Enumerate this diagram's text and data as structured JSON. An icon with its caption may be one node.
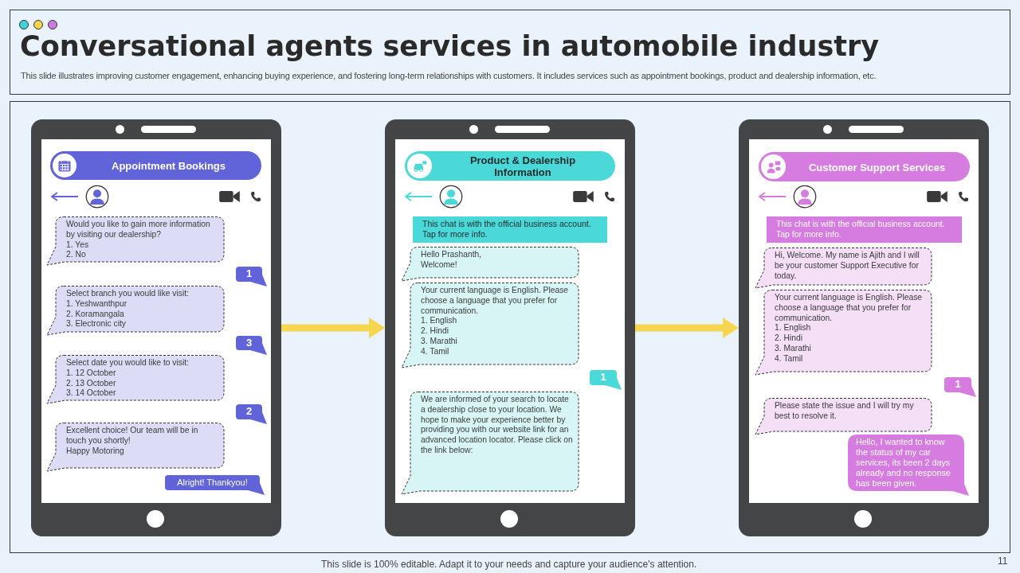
{
  "diagram": {
    "title": "Conversational agents services in automobile industry",
    "caption": "This slide illustrates improving customer engagement, enhancing buying experience, and fostering long-term relationships with customers. It includes services such as appointment bookings, product and dealership information, etc.",
    "nodes": [
      {
        "text": [],
        "shape": "phone"
      },
      {
        "text": [
          "Appointment Bookings"
        ],
        "in": 0
      },
      {
        "text": [
          "Would you like to gain more information by visiting our dealership?",
          "1. Yes",
          "2. No"
        ],
        "in": 0
      },
      {
        "text": [
          "1"
        ],
        "in": 0
      },
      {
        "text": [
          "Select branch you would like visit:",
          "1. Yeshwanthpur",
          "2. Koramangala",
          "3. Electronic city"
        ],
        "in": 0
      },
      {
        "text": [
          "3"
        ],
        "in": 0
      },
      {
        "text": [
          "Select date you would like to visit:",
          "1. 12 October",
          "2. 13 October",
          "3. 14 October"
        ],
        "in": 0
      },
      {
        "text": [
          "2"
        ],
        "in": 0
      },
      {
        "text": [
          "Excellent choice! Our team will be in touch you shortly!",
          "Happy Motoring"
        ],
        "in": 0
      },
      {
        "text": [
          "Alright! Thankyou!"
        ],
        "in": 0
      },
      {
        "text": [],
        "shape": "phone"
      },
      {
        "text": [
          "Product & Dealership Information"
        ],
        "in": 10
      },
      {
        "text": [
          "This chat is with the official business account. Tap for more info."
        ],
        "in": 10
      },
      {
        "text": [
          "Hello Prashanth,",
          "Welcome!"
        ],
        "in": 10
      },
      {
        "text": [
          "Your current language is English. Please choose a language that you prefer for communication.",
          "1. English",
          "2. Hindi",
          "3. Marathi",
          "4. Tamil"
        ],
        "in": 10
      },
      {
        "text": [
          "1"
        ],
        "in": 10
      },
      {
        "text": [
          "We are informed of your search to locate a dealership close to your location. We hope to make your experience better by providing you with our website link for an advanced location locator. Please click on the link below:"
        ],
        "in": 10
      },
      {
        "text": [],
        "shape": "phone"
      },
      {
        "text": [
          "Customer Support Services"
        ],
        "in": 17
      },
      {
        "text": [
          "This chat is with the official business account. Tap for more info."
        ],
        "in": 17
      },
      {
        "text": [
          "Hi, Welcome. My name is Ajith and I will be your customer Support Executive for today."
        ],
        "in": 17
      },
      {
        "text": [
          "Your current language is English. Please choose a language that you prefer for communication.",
          "1. English",
          "2. Hindi",
          "3. Marathi",
          "4. Tamil"
        ],
        "in": 17
      },
      {
        "text": [
          "1"
        ],
        "in": 17
      },
      {
        "text": [
          "Please state the issue and I will try my best to resolve it."
        ],
        "in": 17
      },
      {
        "text": [
          "Hello, I wanted to know the status of my car services, its been 2 days already and no response has been given."
        ],
        "in": 17
      }
    ],
    "edges": [
      {
        "from": 0,
        "to": 10,
        "arrow": "to"
      },
      {
        "from": 10,
        "to": 17,
        "arrow": "to"
      }
    ],
    "labels": [
      "This slide is 100% editable. Adapt it to your needs and capture your audience's attention.",
      "11"
    ]
  }
}
